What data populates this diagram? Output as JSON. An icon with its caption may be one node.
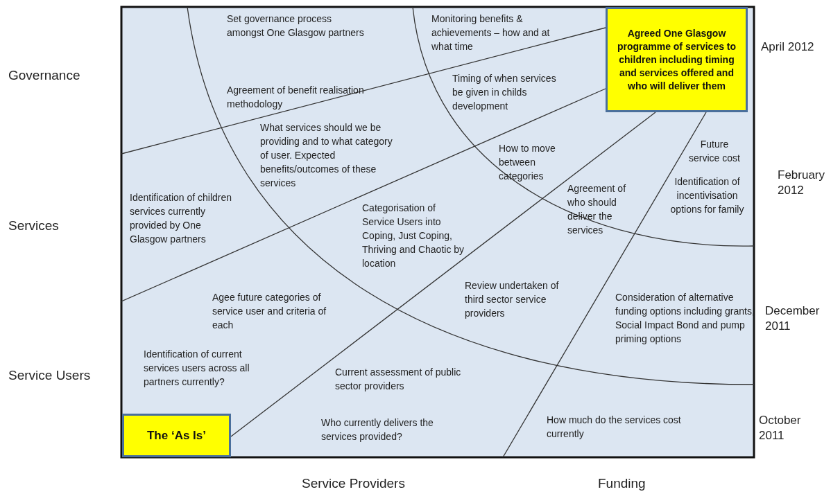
{
  "diagram": {
    "nodes": [
      {
        "text": [
          "The ‘As Is’"
        ]
      },
      {
        "text": [
          "Agreed One Glasgow programme of services to children including timing and services offered and who will deliver them"
        ]
      }
    ],
    "edges": [
      {
        "from": 0,
        "to": 1,
        "arrow": "none"
      }
    ],
    "labels": [
      "Set governance process amongst One Glasgow partners",
      "Monitoring benefits & achievements – how and at what time",
      "April 2012",
      "Governance",
      "Agreement of benefit realisation methodology",
      "Timing of when services be given in childs development",
      "What services should we be providing and to what category of user. Expected benefits/outcomes of these services",
      "How to move between categories",
      "Future service cost",
      "February 2012",
      "Identification of incentivisation options for family",
      "Agreement of who should deliver the services",
      "Identification of children services currently provided by One Glasgow partners",
      "Categorisation of Service Users into Coping, Just Coping, Thriving and Chaotic by location",
      "Services",
      "Review undertaken of third sector service providers",
      "Agee future categories of service user and criteria of each",
      "Consideration of alternative funding options including grants, Social Impact Bond and pump priming options",
      "December 2011",
      "Identification of current services users across all partners currently?",
      "Current assessment of public sector providers",
      "Service Users",
      "Who currently delivers the services provided?",
      "How much do the services cost currently",
      "October 2011",
      "Service Providers",
      "Funding"
    ]
  }
}
